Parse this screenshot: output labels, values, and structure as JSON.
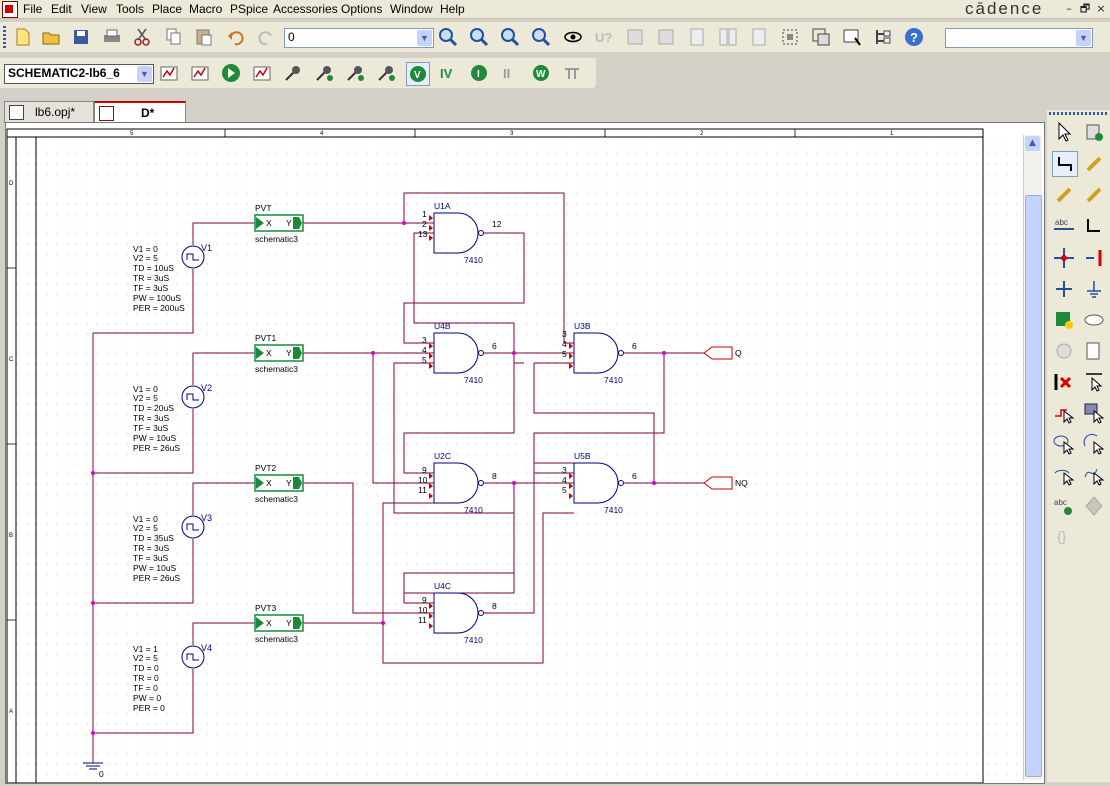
{
  "menu": {
    "items": [
      "File",
      "Edit",
      "View",
      "Tools",
      "Place",
      "Macro",
      "PSpice",
      "Accessories",
      "Options",
      "Window",
      "Help"
    ]
  },
  "brand": "cādence",
  "window_controls": [
    "–",
    "🗗",
    "×"
  ],
  "toolbar1": {
    "zoom_combo_value": "0",
    "right_combo_value": ""
  },
  "toolbar2": {
    "schematic_combo_value": "SCHEMATIC2-lb6_6"
  },
  "tabs": [
    {
      "label": "lb6.opj*"
    },
    {
      "label": "D*"
    }
  ],
  "schematic": {
    "border_columns": [
      "5",
      "4",
      "3",
      "2",
      "1"
    ],
    "border_rows": [
      "D",
      "C",
      "B",
      "A"
    ],
    "sources": [
      {
        "ref": "V1",
        "params": [
          "V1 = 0",
          "V2 = 5",
          "TD = 10uS",
          "TR = 3uS",
          "TF = 3uS",
          "PW = 100uS",
          "PER = 200uS"
        ]
      },
      {
        "ref": "V2",
        "params": [
          "V1 = 0",
          "V2 = 5",
          "TD = 20uS",
          "TR = 3uS",
          "TF = 3uS",
          "PW = 10uS",
          "PER = 26uS"
        ]
      },
      {
        "ref": "V3",
        "params": [
          "V1 = 0",
          "V2 = 5",
          "TD = 35uS",
          "TR = 3uS",
          "TF = 3uS",
          "PW = 10uS",
          "PER = 26uS"
        ]
      },
      {
        "ref": "V4",
        "params": [
          "V1 = 1",
          "V2 = 5",
          "TD = 0",
          "TR = 0",
          "TF = 0",
          "PW = 0",
          "PER = 0"
        ]
      }
    ],
    "hier_blocks": [
      {
        "name": "PVT",
        "x_pin": "X",
        "y_pin": "Y",
        "sub": "schematic3"
      },
      {
        "name": "PVT1",
        "x_pin": "X",
        "y_pin": "Y",
        "sub": "schematic3"
      },
      {
        "name": "PVT2",
        "x_pin": "X",
        "y_pin": "Y",
        "sub": "schematic3"
      },
      {
        "name": "PVT3",
        "x_pin": "X",
        "y_pin": "Y",
        "sub": "schematic3"
      }
    ],
    "gates": [
      {
        "ref": "U1A",
        "part": "7410",
        "pins": [
          "1",
          "2",
          "13"
        ],
        "out": "12"
      },
      {
        "ref": "U4B",
        "part": "7410",
        "pins": [
          "3",
          "4",
          "5"
        ],
        "out": "6"
      },
      {
        "ref": "U2C",
        "part": "7410",
        "pins": [
          "9",
          "10",
          "11"
        ],
        "out": "8"
      },
      {
        "ref": "U4C",
        "part": "7410",
        "pins": [
          "9",
          "10",
          "11"
        ],
        "out": "8"
      },
      {
        "ref": "U3B",
        "part": "7410",
        "pins": [
          "3",
          "4",
          "5"
        ],
        "out": "6"
      },
      {
        "ref": "U5B",
        "part": "7410",
        "pins": [
          "3",
          "4",
          "5"
        ],
        "out": "6"
      }
    ],
    "outputs": [
      "Q",
      "NQ"
    ],
    "ground_label": "0"
  },
  "colors": {
    "wire": "#800040",
    "gate": "#000080",
    "block": "#1a8a3a",
    "pin_red": "#d00000",
    "junction": "#d000d0",
    "grid": "#c8c8c8"
  }
}
